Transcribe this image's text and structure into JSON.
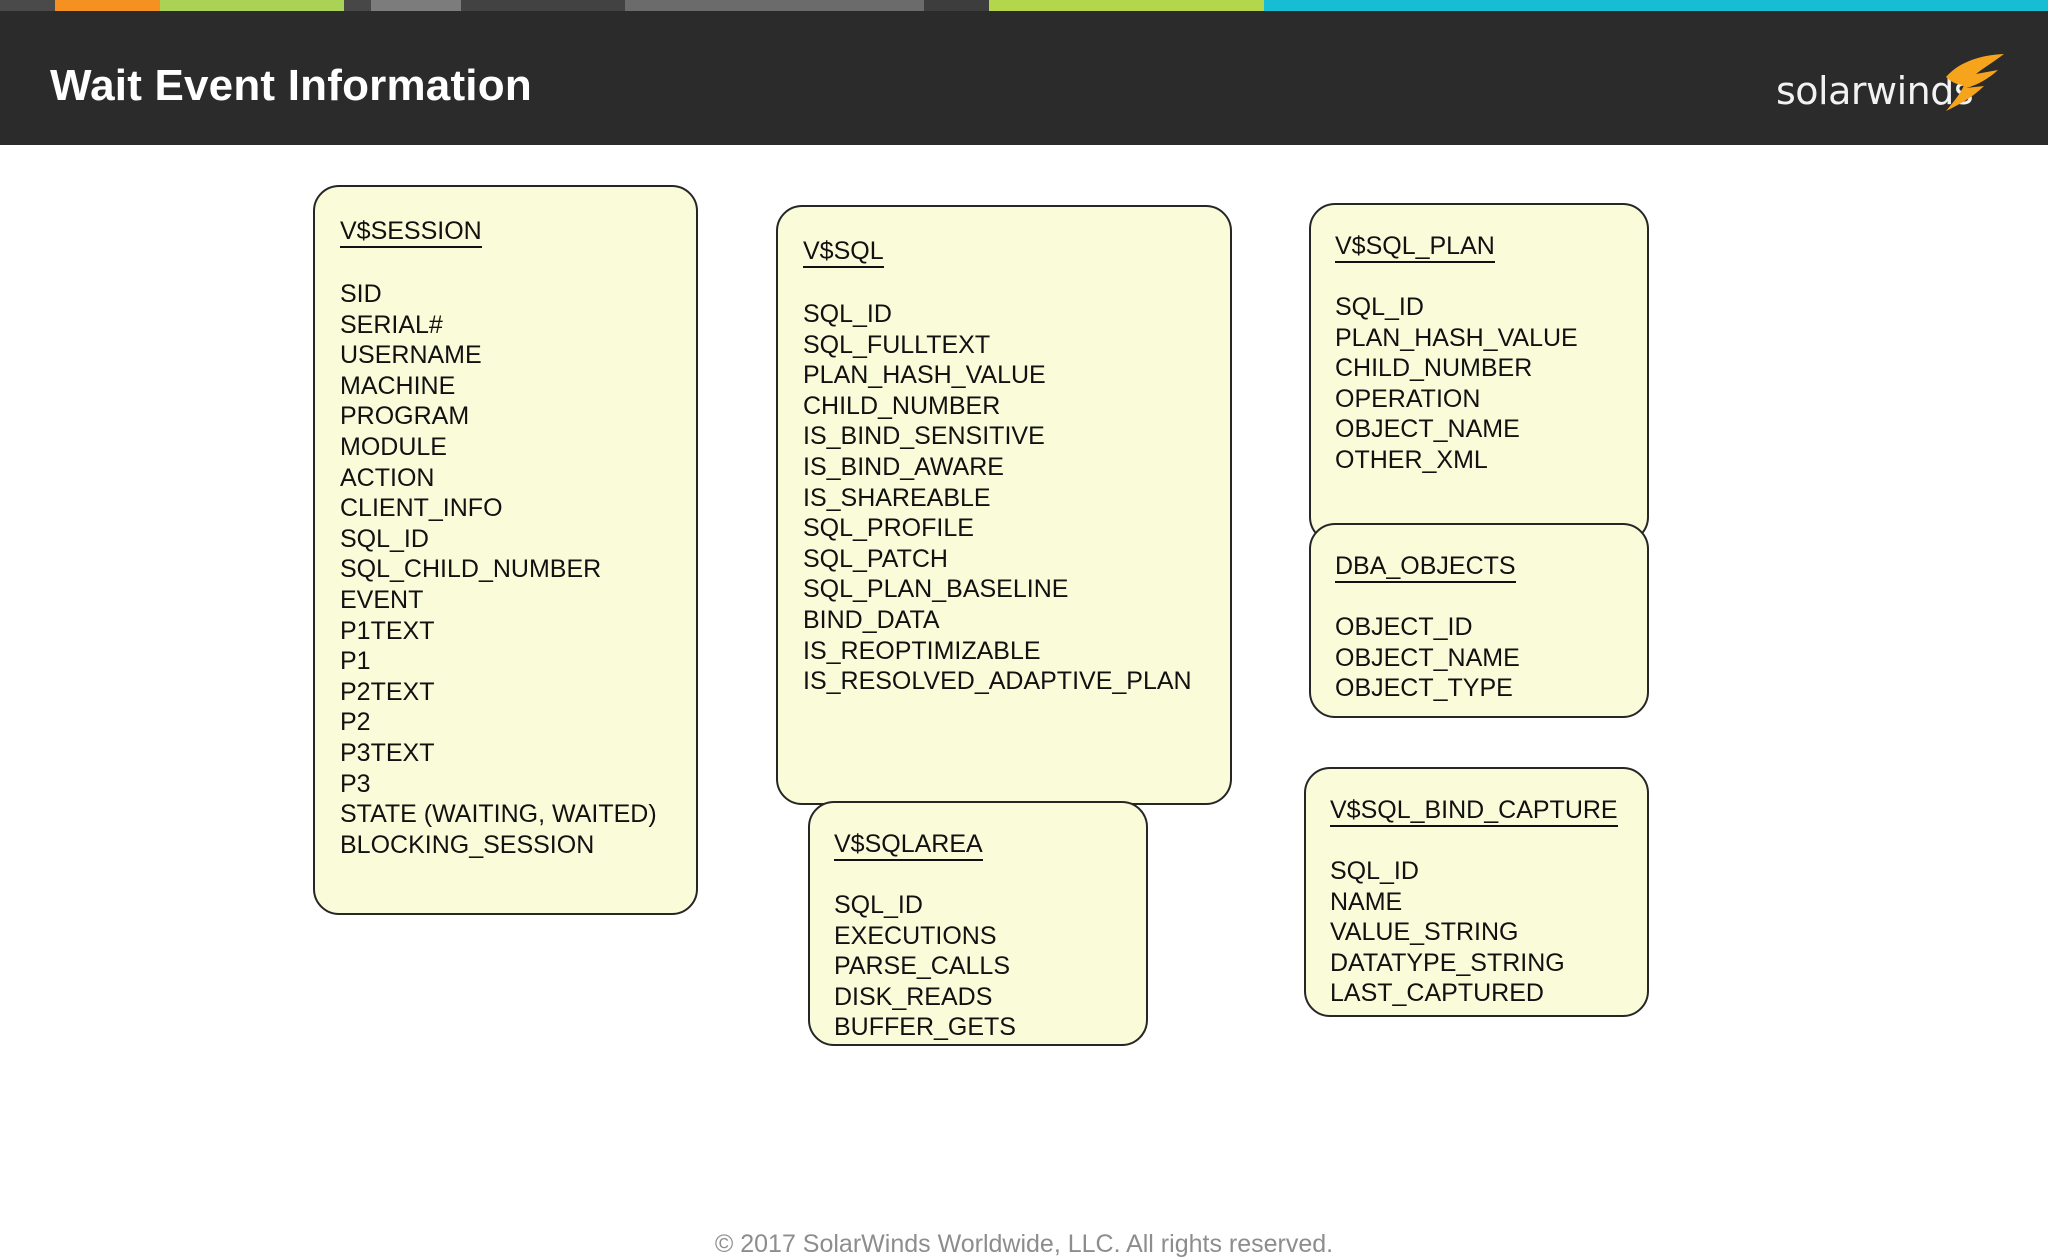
{
  "accent_bar": {
    "segments": [
      {
        "name": "dark-1",
        "color": "#4a4a4a",
        "width_pct": 2.7
      },
      {
        "name": "orange",
        "color": "#f59120",
        "width_pct": 5.1
      },
      {
        "name": "green-1",
        "color": "#aad254",
        "width_pct": 9.0
      },
      {
        "name": "dark-2",
        "color": "#474747",
        "width_pct": 1.3
      },
      {
        "name": "gray-light",
        "color": "#7c7c7c",
        "width_pct": 4.4
      },
      {
        "name": "dark-3",
        "color": "#424242",
        "width_pct": 8.0
      },
      {
        "name": "gray-mid",
        "color": "#6b6b6b",
        "width_pct": 14.6
      },
      {
        "name": "dark-4",
        "color": "#3d3d3d",
        "width_pct": 3.2
      },
      {
        "name": "green-2",
        "color": "#b4d64b",
        "width_pct": 13.4
      },
      {
        "name": "cyan",
        "color": "#17bdd3",
        "width_pct": 38.3
      }
    ]
  },
  "header": {
    "title": "Wait Event Information",
    "background": "#2b2b2b",
    "logo": {
      "wordmark": "solarwinds",
      "swoosh_color": "#f7a41d",
      "text_color": "#f2f2f2"
    }
  },
  "slide": {
    "background": "#ffffff",
    "box_fill": "#f9fbd9",
    "box_stroke": "#262626",
    "boxes": [
      {
        "id": "vsession",
        "title": "V$SESSION",
        "fields": [
          "SID",
          "SERIAL#",
          "USERNAME",
          "MACHINE",
          "PROGRAM",
          "MODULE",
          "ACTION",
          "CLIENT_INFO",
          "SQL_ID",
          "SQL_CHILD_NUMBER",
          "EVENT",
          "P1TEXT",
          "P1",
          "P2TEXT",
          "P2",
          "P3TEXT",
          "P3",
          "STATE (WAITING, WAITED)",
          "BLOCKING_SESSION"
        ]
      },
      {
        "id": "vsql",
        "title": "V$SQL",
        "fields": [
          "SQL_ID",
          "SQL_FULLTEXT",
          "PLAN_HASH_VALUE",
          "CHILD_NUMBER",
          "IS_BIND_SENSITIVE",
          "IS_BIND_AWARE",
          "IS_SHAREABLE",
          "SQL_PROFILE",
          "SQL_PATCH",
          "SQL_PLAN_BASELINE",
          "BIND_DATA",
          "IS_REOPTIMIZABLE",
          "IS_RESOLVED_ADAPTIVE_PLAN"
        ]
      },
      {
        "id": "vsqlarea",
        "title": "V$SQLAREA",
        "fields": [
          "SQL_ID",
          "EXECUTIONS",
          "PARSE_CALLS",
          "DISK_READS",
          "BUFFER_GETS"
        ]
      },
      {
        "id": "vsqlplan",
        "title": "V$SQL_PLAN",
        "fields": [
          "SQL_ID",
          "PLAN_HASH_VALUE",
          "CHILD_NUMBER",
          "OPERATION",
          "OBJECT_NAME",
          "OTHER_XML"
        ]
      },
      {
        "id": "dbaobjects",
        "title": "DBA_OBJECTS",
        "fields": [
          "OBJECT_ID",
          "OBJECT_NAME",
          "OBJECT_TYPE"
        ]
      },
      {
        "id": "bindcapture",
        "title": "V$SQL_BIND_CAPTURE",
        "fields": [
          "SQL_ID",
          "NAME",
          "VALUE_STRING",
          "DATATYPE_STRING",
          "LAST_CAPTURED"
        ]
      }
    ]
  },
  "footer": {
    "copyright": "© 2017 SolarWinds Worldwide, LLC. All rights reserved."
  }
}
